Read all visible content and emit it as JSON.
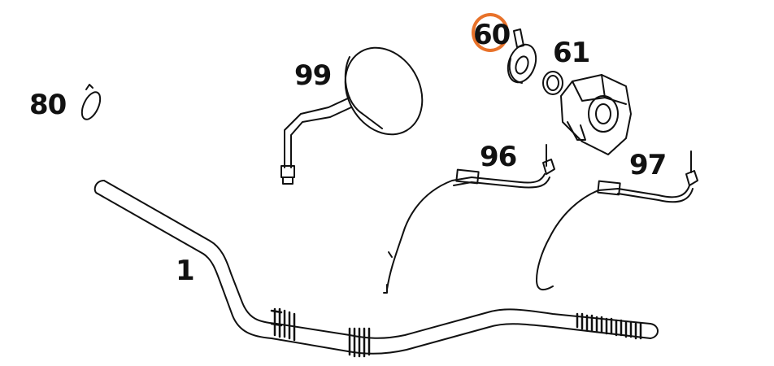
{
  "diagram": {
    "parts": [
      {
        "id": "1",
        "label": "1",
        "name": "handlebar"
      },
      {
        "id": "60",
        "label": "60",
        "name": "clamp"
      },
      {
        "id": "61",
        "label": "61",
        "name": "throttle-housing"
      },
      {
        "id": "80",
        "label": "80",
        "name": "clip-ring"
      },
      {
        "id": "96",
        "label": "96",
        "name": "throttle-cable"
      },
      {
        "id": "97",
        "label": "97",
        "name": "throttle-cable-2"
      },
      {
        "id": "99",
        "label": "99",
        "name": "mirror"
      }
    ],
    "highlighted_part": "60",
    "colors": {
      "line": "#111111",
      "highlight": "#e8722a",
      "background": "#ffffff"
    }
  }
}
